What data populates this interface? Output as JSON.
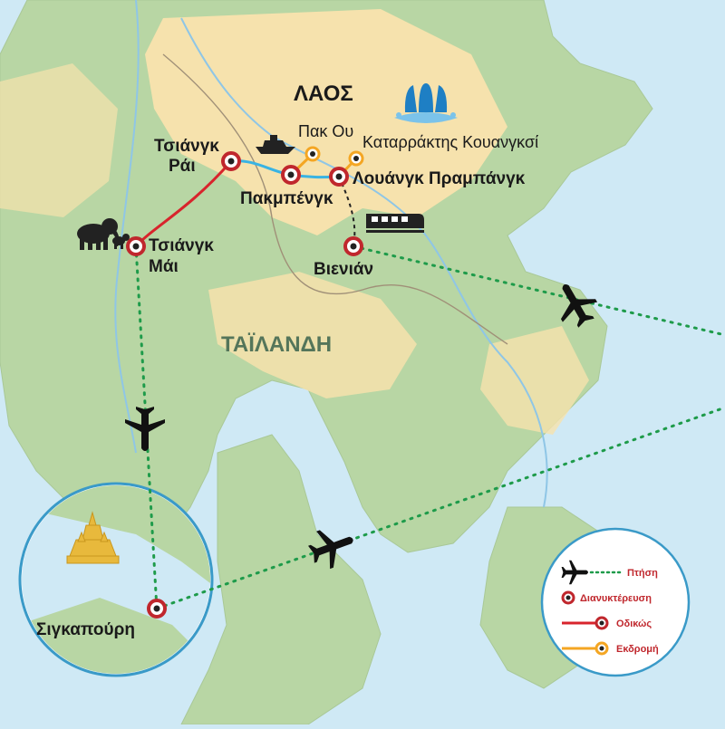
{
  "regions": {
    "laos": "ΛΑΟΣ",
    "thailand": "ΤΑΪΛΑΝΔΗ"
  },
  "cities": {
    "chiang_rai": [
      "Τσιάνγκ",
      "Ράι"
    ],
    "chiang_mai": [
      "Τσιάνγκ",
      "Μάι"
    ],
    "pakbeng": "Πακμπένγκ",
    "luang_prabang": "Λουάνγκ Πραμπάνγκ",
    "vientiane": "Βιενιάν",
    "singapore": "Σιγκαπούρη",
    "pak_ou": "Πακ Ου",
    "kuang_si": "Καταρράκτης Κουανγκσί"
  },
  "legend": {
    "flight": "Πτήση",
    "overnight": "Διανυκτέρευση",
    "road": "Οδικώς",
    "excursion": "Εκδρομή"
  },
  "colors": {
    "sea": "#cfe9f5",
    "land": "#b8d6a4",
    "highland": "#f6e2ad",
    "road": "#d8242c",
    "boat": "#39b3e3",
    "flight": "#1e9b4a",
    "excursion": "#f4a623",
    "marker": "#c0272d"
  },
  "icons": [
    "elephant-icon",
    "boat-icon",
    "waterfall-icon",
    "train-icon",
    "airplane-icon",
    "pagoda-icon"
  ]
}
